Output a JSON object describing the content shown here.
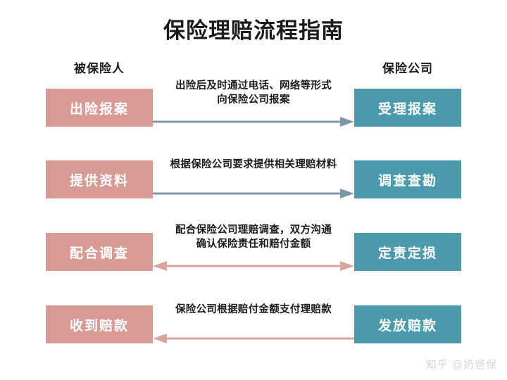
{
  "title": "保险理赔流程指南",
  "columns": {
    "left_header": "被保险人",
    "right_header": "保险公司"
  },
  "colors": {
    "left_box": "#d79a95",
    "right_box": "#4b9bac",
    "arrow_teal": "#7b99a3",
    "arrow_pink": "#d9a49e",
    "title_text": "#1b1b1b",
    "box_text": "#ffffff",
    "watermark": "#d6d6d6"
  },
  "rows": [
    {
      "left_label": "出险报案",
      "right_label": "受理报案",
      "description_line1": "出险后及时通过电话、网络等形式",
      "description_line2": "向保险公司报案",
      "arrow_direction": "right",
      "arrow_color": "#7b99a3"
    },
    {
      "left_label": "提供资料",
      "right_label": "调查查勘",
      "description_line1": "根据保险公司要求提供相关理赔材料",
      "description_line2": "",
      "arrow_direction": "right",
      "arrow_color": "#7b99a3"
    },
    {
      "left_label": "配合调查",
      "right_label": "定责定损",
      "description_line1": "配合保险公司理赔调查，双方沟通",
      "description_line2": "确认保险责任和赔付金额",
      "arrow_direction": "both",
      "arrow_color": "#d9a49e"
    },
    {
      "left_label": "收到赔款",
      "right_label": "发放赔款",
      "description_line1": "保险公司根据赔付金额支付理赔款",
      "description_line2": "",
      "arrow_direction": "left",
      "arrow_color": "#d9a49e"
    }
  ],
  "watermark": "知乎 @奶爸保"
}
